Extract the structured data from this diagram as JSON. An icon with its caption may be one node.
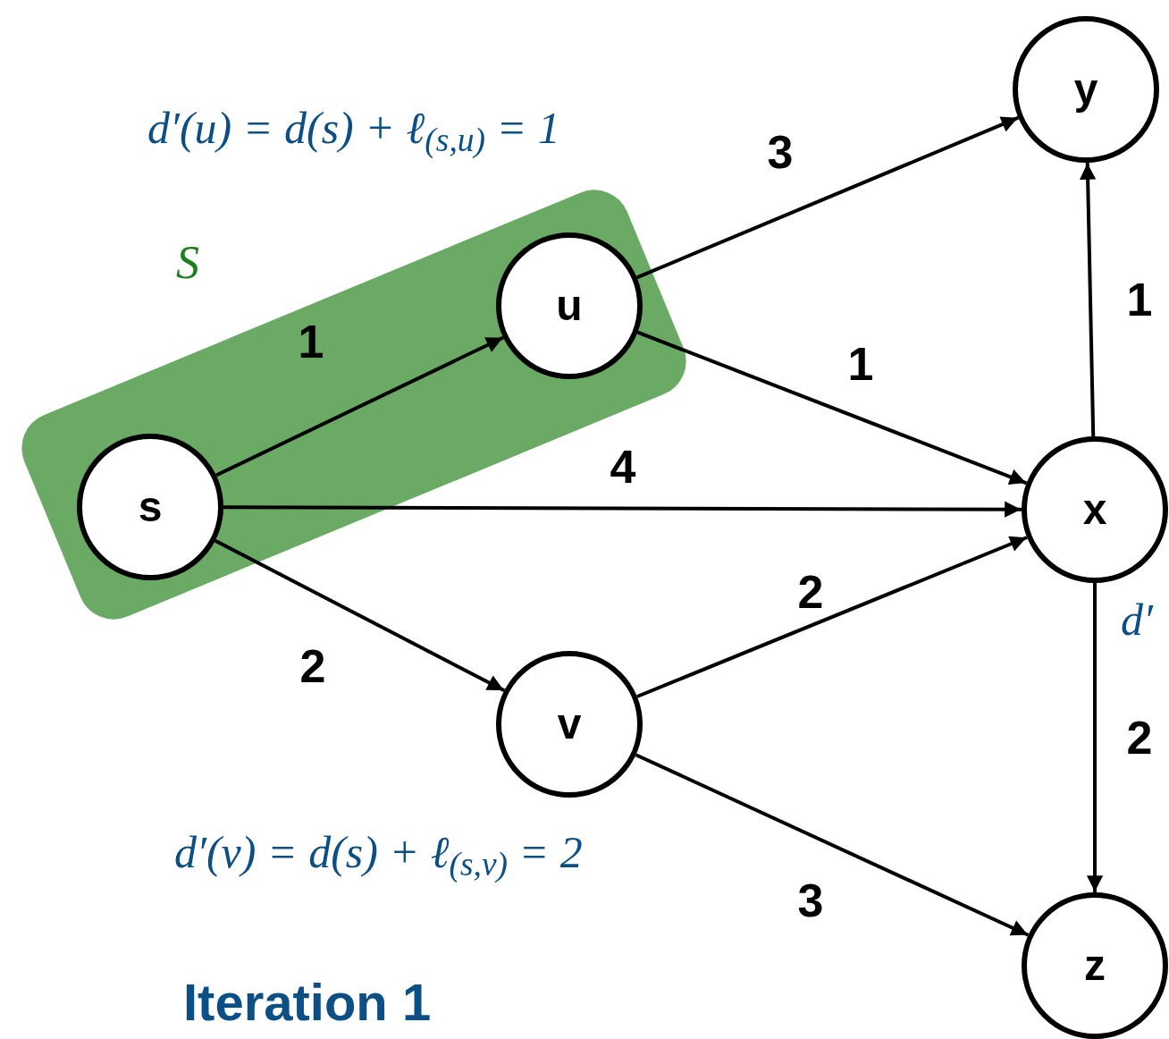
{
  "diagram": {
    "nodes": [
      {
        "text": [
          "S"
        ]
      },
      {
        "text": [
          "s"
        ],
        "in": 0
      },
      {
        "text": [
          "u"
        ],
        "in": 0
      },
      {
        "text": [
          "v"
        ]
      },
      {
        "text": [
          "x"
        ]
      },
      {
        "text": [
          "y"
        ]
      },
      {
        "text": [
          "z"
        ]
      }
    ],
    "edges": [
      {
        "from": 1,
        "to": 2,
        "arrow": "to",
        "label": "1"
      },
      {
        "from": 1,
        "to": 4,
        "arrow": "to",
        "label": "4"
      },
      {
        "from": 1,
        "to": 3,
        "arrow": "to",
        "label": "2"
      },
      {
        "from": 2,
        "to": 5,
        "arrow": "to",
        "label": "3"
      },
      {
        "from": 2,
        "to": 4,
        "arrow": "to",
        "label": "1"
      },
      {
        "from": 3,
        "to": 4,
        "arrow": "to",
        "label": "2"
      },
      {
        "from": 3,
        "to": 6,
        "arrow": "to",
        "label": "3"
      },
      {
        "from": 4,
        "to": 5,
        "arrow": "to",
        "label": "1"
      },
      {
        "from": 4,
        "to": 6,
        "arrow": "to",
        "label": "2"
      }
    ],
    "labels": [
      "d′(u) = d(s) + ℓ$_{(s,u)}$ = 1",
      "d′",
      "d′(v) = d(s) + ℓ$_{(s,v)}$ = 2",
      "Iteration 1"
    ]
  }
}
